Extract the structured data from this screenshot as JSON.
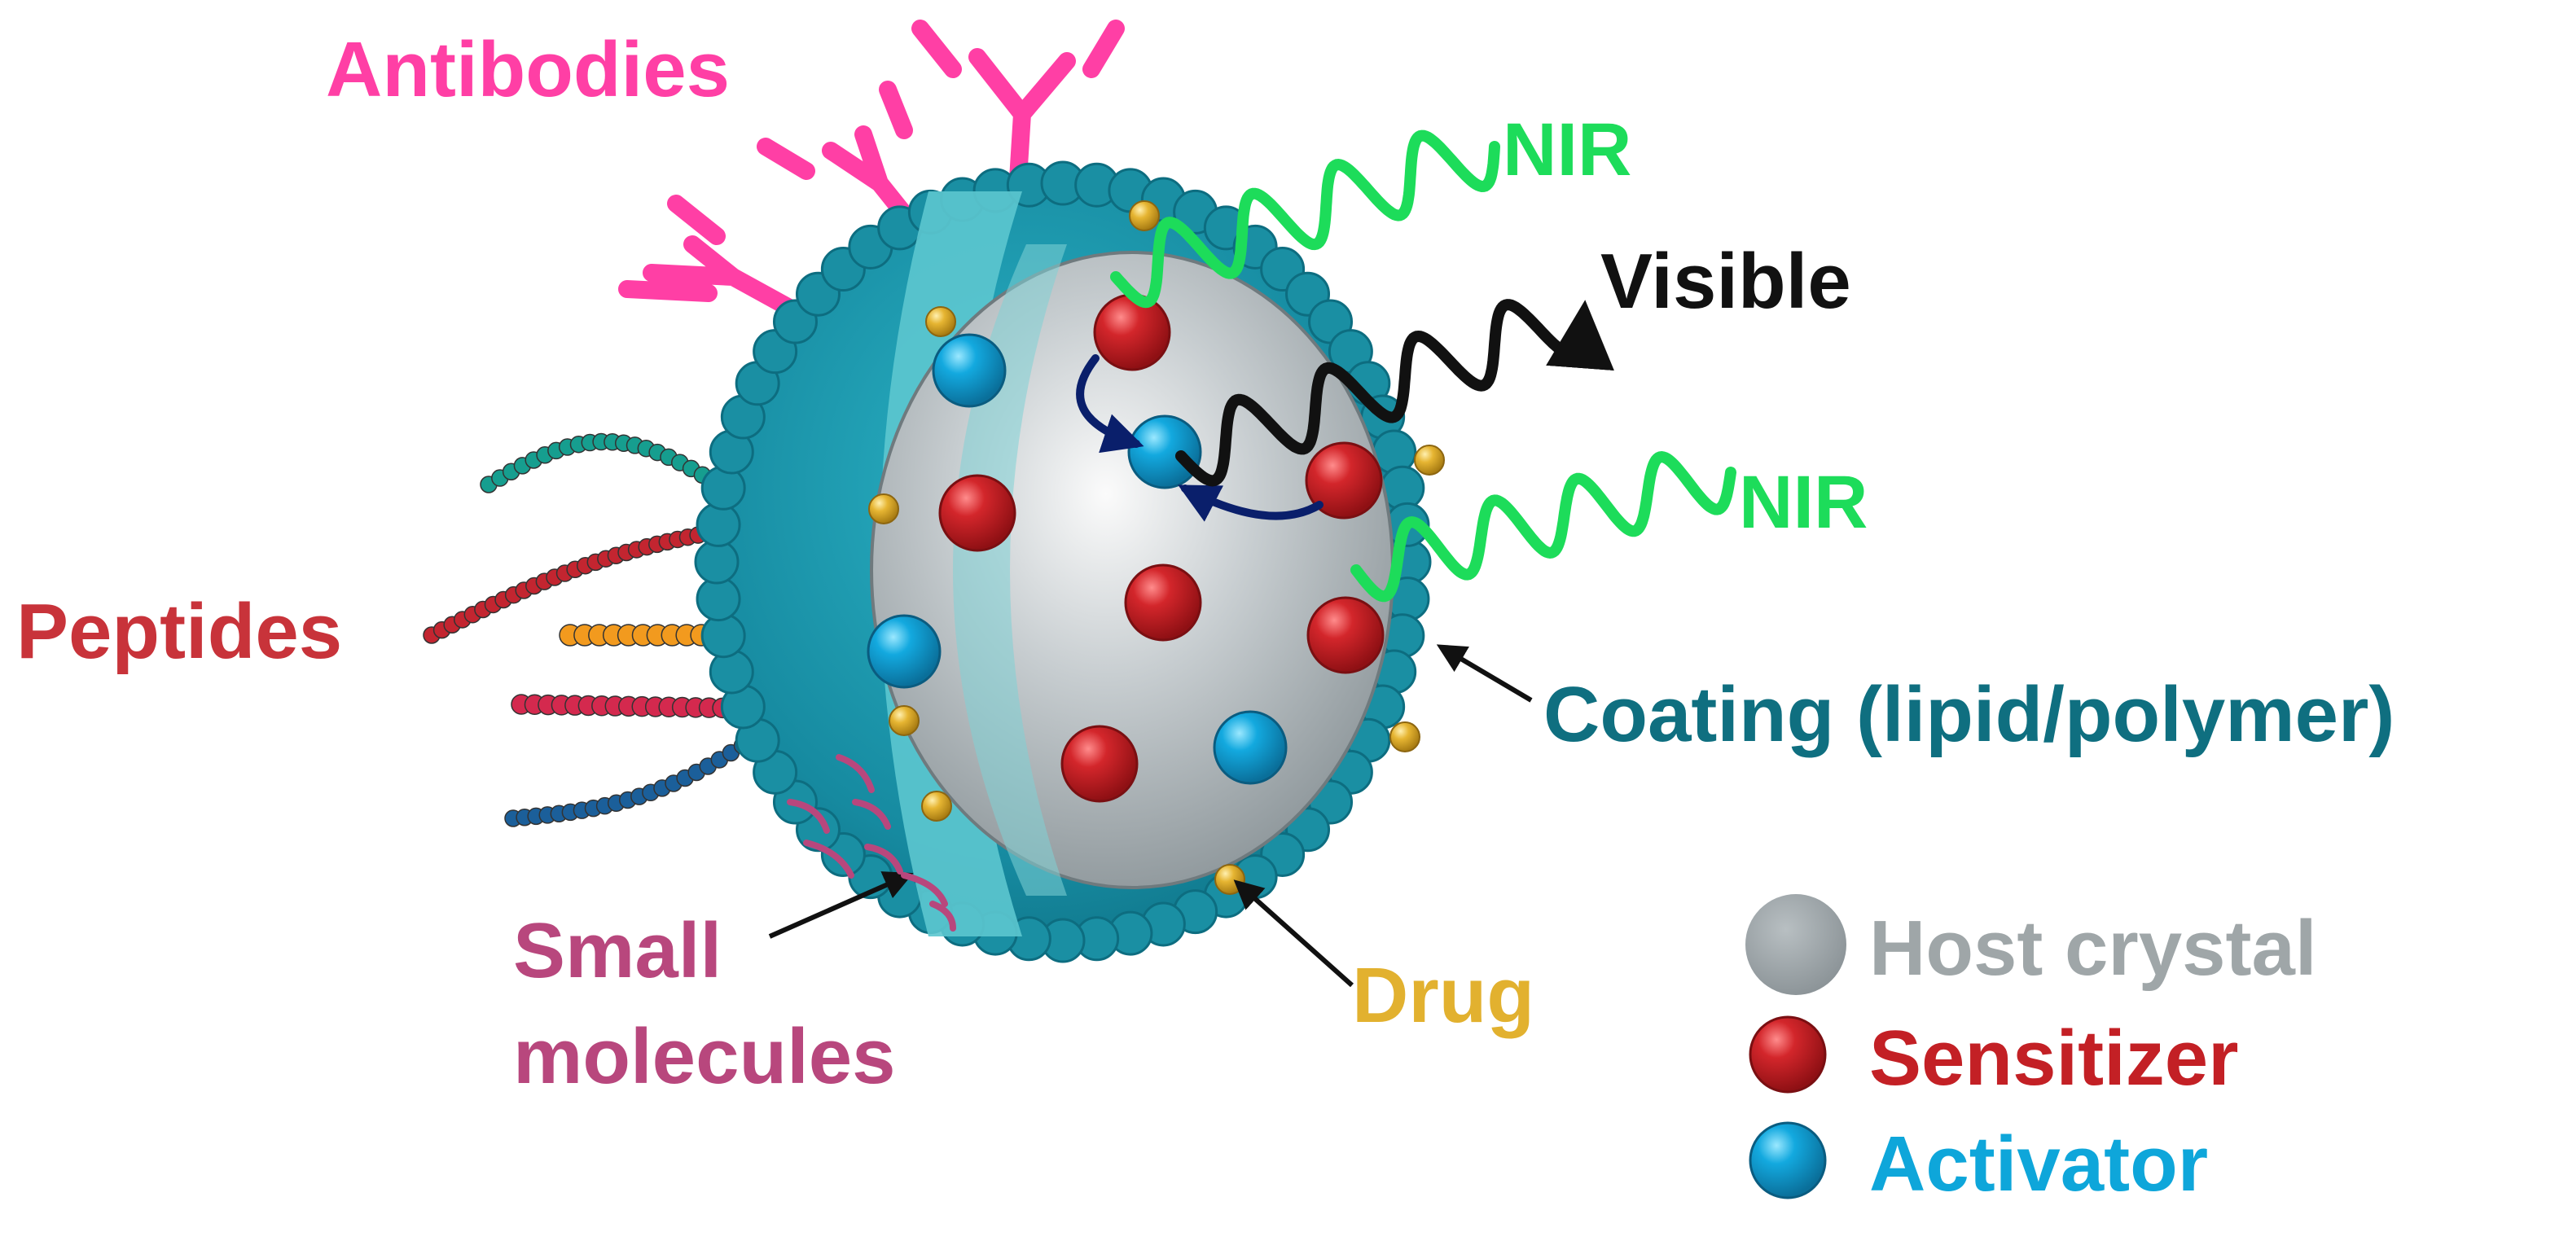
{
  "labels": {
    "antibodies": "Antibodies",
    "nir_top": "NIR",
    "visible": "Visible",
    "nir_right": "NIR",
    "peptides": "Peptides",
    "coating": "Coating (lipid/polymer)",
    "small_molecules_line1": "Small",
    "small_molecules_line2": "molecules",
    "drug": "Drug"
  },
  "legend": {
    "host_crystal": "Host crystal",
    "sensitizer": "Sensitizer",
    "activator": "Activator"
  },
  "colors": {
    "antibody": "#ff3fa5",
    "nir": "#1ddc5a",
    "visible": "#111111",
    "peptide_label": "#c8333a",
    "coating": "#1a8fa3",
    "coating_label": "#0f6f80",
    "small_molecules": "#b8477d",
    "drug": "#e2b12f",
    "host_crystal": "#9fa6a8",
    "sensitizer": "#c32025",
    "activator": "#0ea6da",
    "energy_arrow": "#0a1f6b"
  }
}
